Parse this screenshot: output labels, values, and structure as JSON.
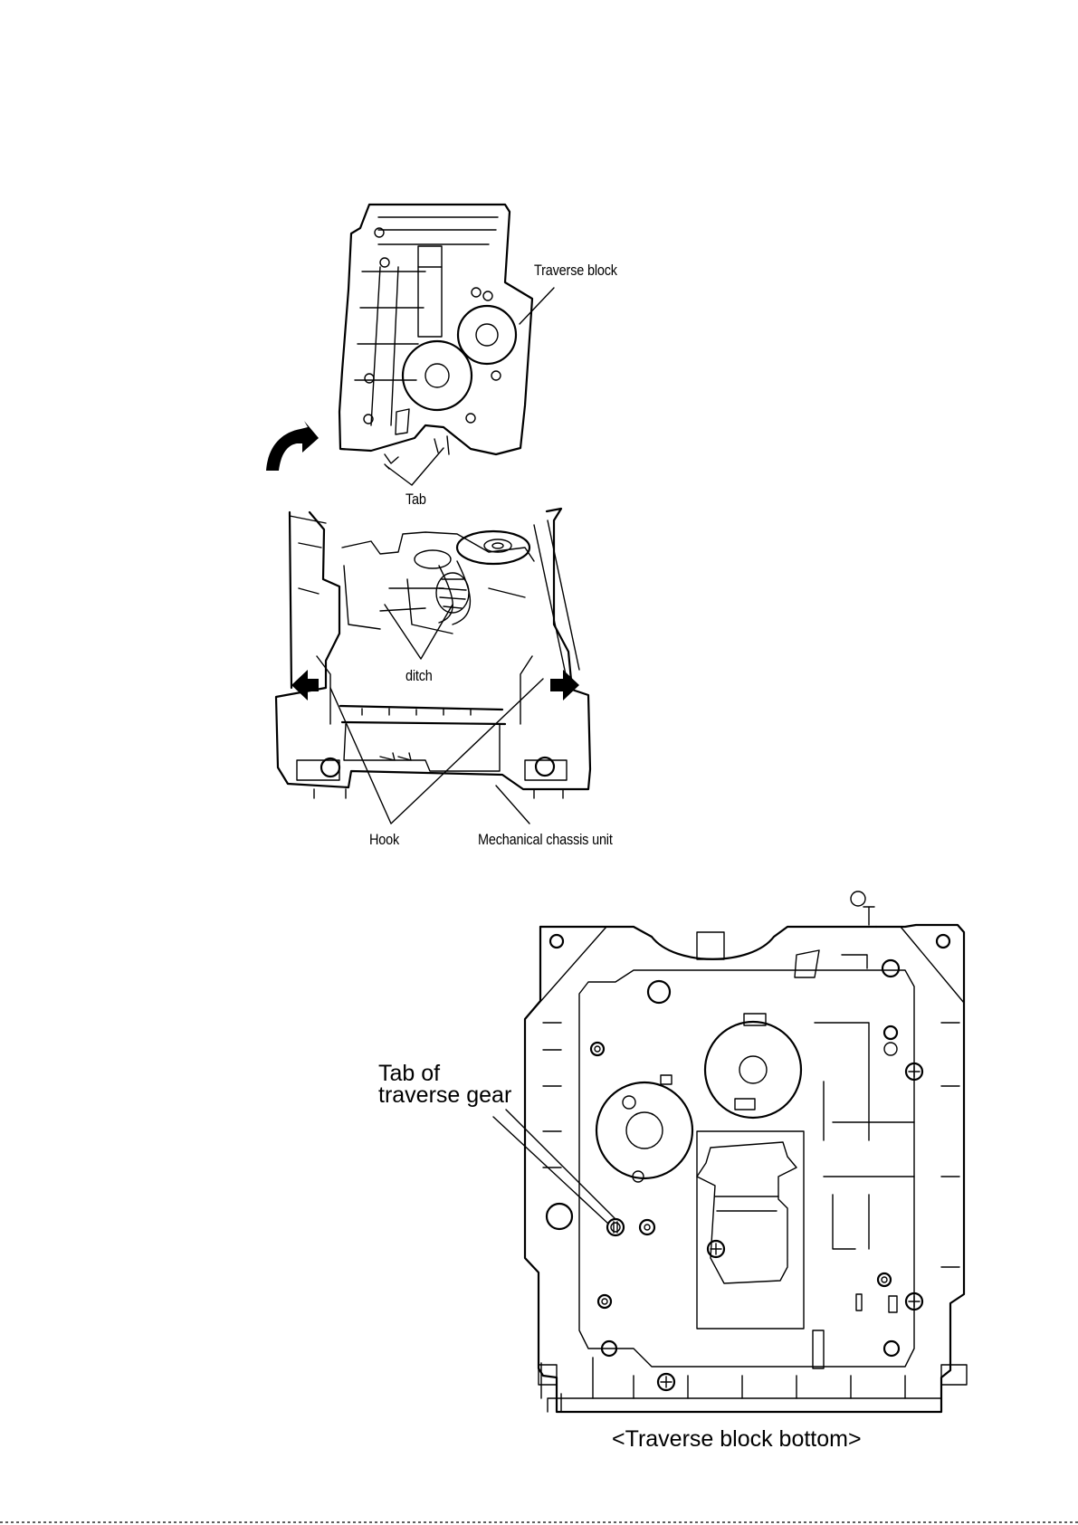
{
  "figure_top": {
    "labels": {
      "traverse_block": "Traverse block",
      "tab": "Tab",
      "ditch": "ditch",
      "hook": "Hook",
      "mechanical_chassis_unit": "Mechanical chassis unit"
    }
  },
  "figure_bottom": {
    "labels": {
      "tab_of_line1": "Tab of",
      "tab_of_line2": "traverse gear",
      "caption": "<Traverse block bottom>"
    }
  },
  "icons": [
    "rotate-arrow-icon",
    "arrow-left-icon",
    "arrow-right-icon"
  ],
  "colors": {
    "ink": "#000000",
    "paper": "#ffffff"
  }
}
